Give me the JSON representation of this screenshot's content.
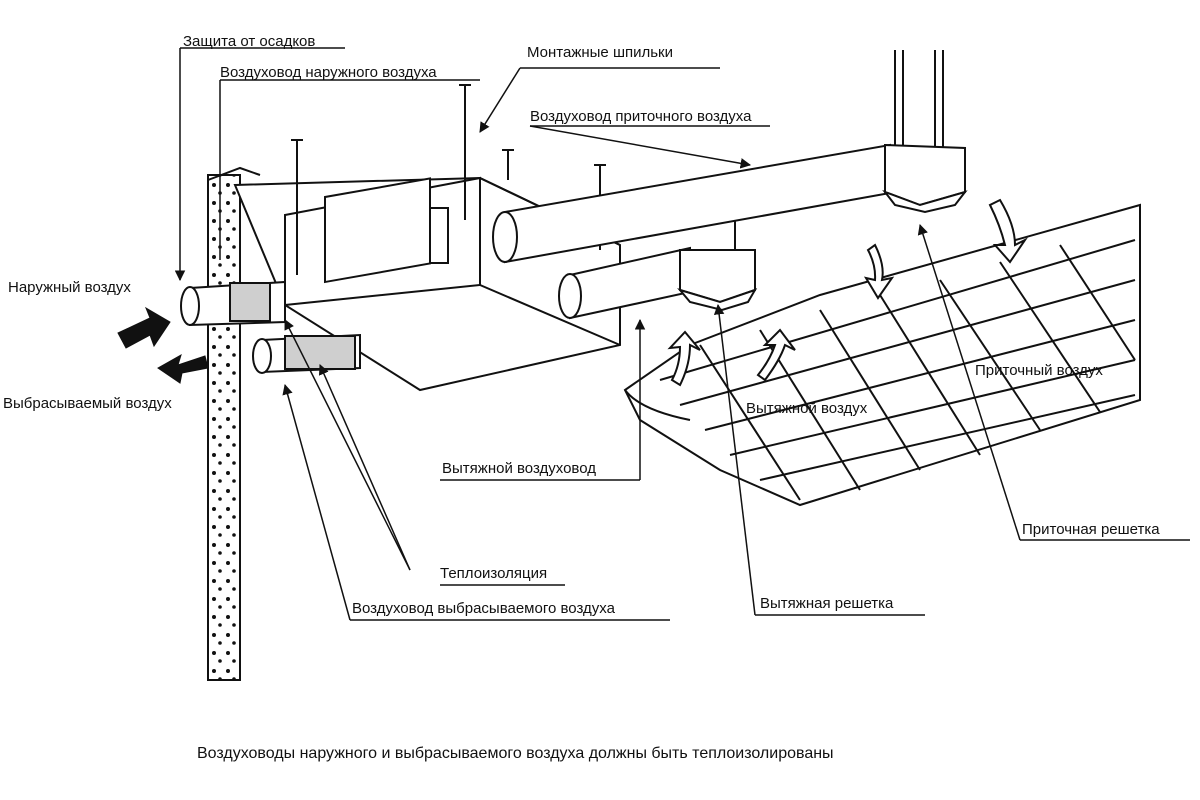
{
  "labels": {
    "rain_protection": "Защита от осадков",
    "outdoor_air_duct": "Воздуховод наружного воздуха",
    "mounting_studs": "Монтажные шпильки",
    "supply_air_duct": "Воздуховод приточного воздуха",
    "outdoor_air": "Наружный воздух",
    "exhaust_air": "Выбрасываемый воздух",
    "supply_air": "Приточный воздух",
    "extract_air": "Вытяжной воздух",
    "extract_duct": "Вытяжной воздуховод",
    "supply_grille": "Приточная решетка",
    "insulation": "Теплоизоляция",
    "exhaust_air_duct": "Воздуховод выбрасываемого воздуха",
    "extract_grille": "Вытяжная решетка"
  },
  "caption": "Воздуховоды наружного и выбрасываемого воздуха должны быть теплоизолированы",
  "colors": {
    "line": "#111111",
    "insulation": "#cfcfcf",
    "background": "#ffffff"
  }
}
